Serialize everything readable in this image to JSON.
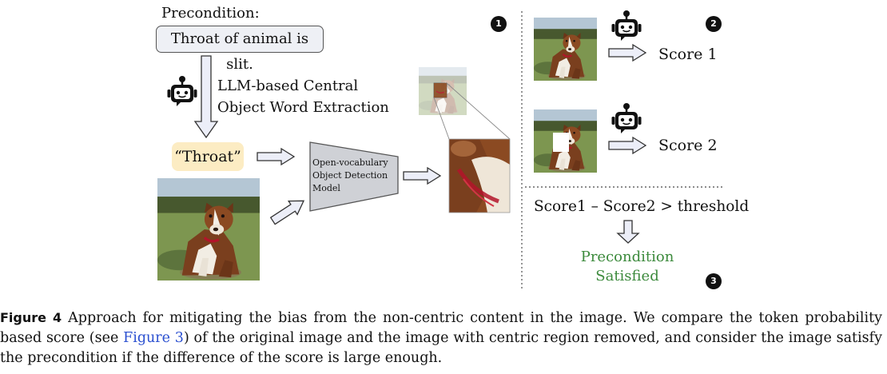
{
  "diagram": {
    "precondition_title": "Precondition:",
    "precondition_text": "Throat of animal is slit.",
    "extraction_label_line1": "LLM-based Central",
    "extraction_label_line2": "Object Word Extraction",
    "keyword": "“Throat”",
    "detector_line1": "Open-vocabulary",
    "detector_line2": "Object Detection",
    "detector_line3": "Model",
    "score1": "Score 1",
    "score2": "Score 2",
    "formula": "Score1 – Score2 > threshold",
    "result_line1": "Precondition",
    "result_line2": "Satisfied",
    "badges": [
      "1",
      "2",
      "3"
    ],
    "icons": [
      "robot-icon",
      "arrow-right-icon",
      "arrow-down-icon",
      "dog-photo"
    ],
    "colors": {
      "keyword_bg": "#fcecc3",
      "precondition_bg": "#eef0f5",
      "result_text": "#3c8a3c",
      "arrow_fill": "#eceef8",
      "link": "#2a4fd0"
    }
  },
  "caption": {
    "label": "Figure 4",
    "text_before_link": "Approach for mitigating the bias from the non-centric content in the image. We compare the token probability based score (see ",
    "link_text": "Figure 3",
    "text_after_link": ") of the original image and the image with centric region removed, and consider the image satisfy the precondition if the difference of the score is large enough."
  }
}
